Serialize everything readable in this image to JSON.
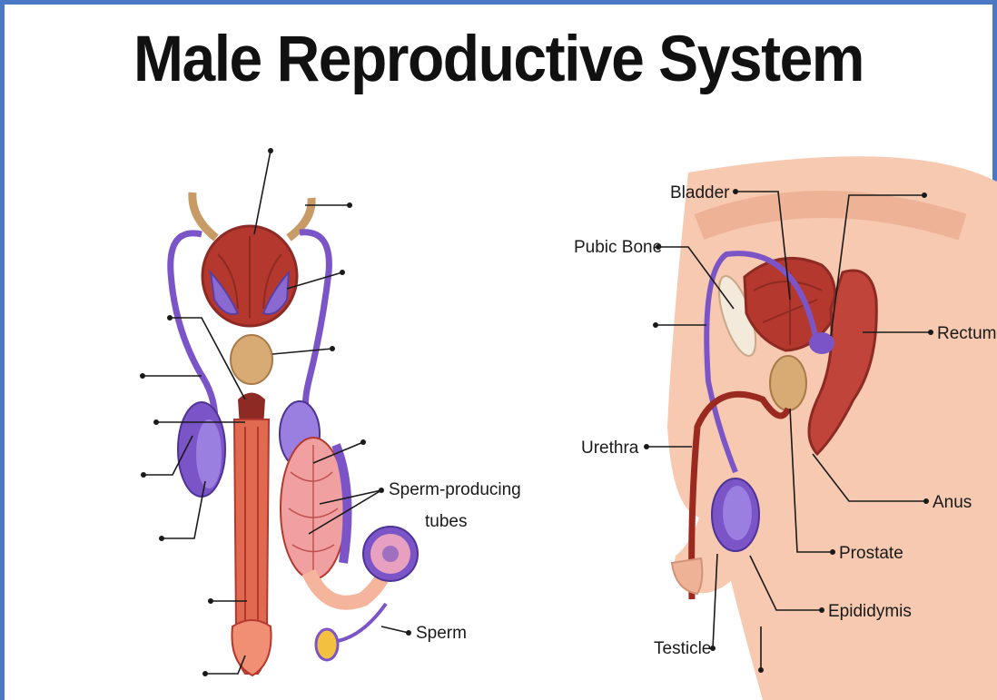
{
  "title": "Male Reproductive System",
  "colors": {
    "border": "#4a78c4",
    "tissue": "#c0443a",
    "tissue_dark": "#8e2a24",
    "vessel": "#7b55c7",
    "gland": "#d8aa74",
    "skin": "#f6c9b0"
  },
  "labels": {
    "sperm_producing": [
      "Sperm-producing",
      "tubes"
    ],
    "sperm": "Sperm",
    "bladder": "Bladder",
    "pubic_bone": "Pubic Bone",
    "rectum": "Rectum",
    "urethra": "Urethra",
    "anus": "Anus",
    "prostate": "Prostate",
    "epididymis": "Epididymis",
    "testicle": "Testicle"
  }
}
